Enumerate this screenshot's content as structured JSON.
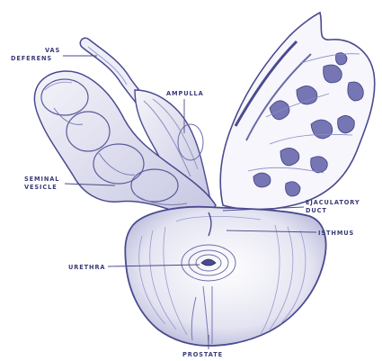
{
  "figure": {
    "ink_color": "#5a5aa0",
    "background_color": "#ffffff",
    "labels": {
      "vas_deferens_line1": "VAS",
      "vas_deferens_line2": "DEFERENS",
      "ampulla": "AMPULLA",
      "seminal_vesicle_line1": "SEMINAL",
      "seminal_vesicle_line2": "VESICLE",
      "ejaculatory_duct_line1": "EJACULATORY",
      "ejaculatory_duct_line2": "DUCT",
      "isthmus": "ISTHMUS",
      "urethra": "URETHRA",
      "prostate": "PROSTATE"
    }
  }
}
